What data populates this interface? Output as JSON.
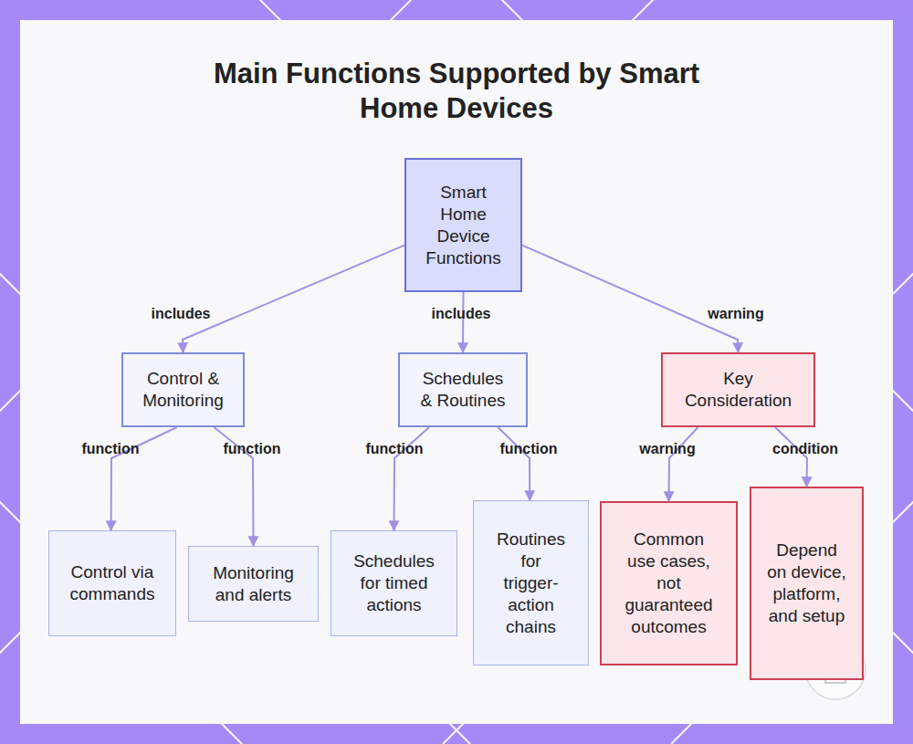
{
  "diagram": {
    "title": "Main Functions Supported by Smart Home Devices",
    "nodes": [
      {
        "text": [
          "Smart Home Device Functions"
        ]
      },
      {
        "text": [
          "Control & Monitoring"
        ]
      },
      {
        "text": [
          "Schedules & Routines"
        ]
      },
      {
        "text": [
          "Key Consideration"
        ]
      },
      {
        "text": [
          "Control via commands"
        ]
      },
      {
        "text": [
          "Monitoring and alerts"
        ]
      },
      {
        "text": [
          "Schedules for timed actions"
        ]
      },
      {
        "text": [
          "Routines for trigger-action chains"
        ]
      },
      {
        "text": [
          "Common use cases, not guaranteed outcomes"
        ]
      },
      {
        "text": [
          "Depend on device, platform, and setup"
        ]
      }
    ],
    "edges": [
      {
        "from": 0,
        "to": 1,
        "label": "includes",
        "arrow": "to"
      },
      {
        "from": 0,
        "to": 2,
        "label": "includes",
        "arrow": "to"
      },
      {
        "from": 0,
        "to": 3,
        "label": "warning",
        "arrow": "to"
      },
      {
        "from": 1,
        "to": 4,
        "label": "function",
        "arrow": "to"
      },
      {
        "from": 1,
        "to": 5,
        "label": "function",
        "arrow": "to"
      },
      {
        "from": 2,
        "to": 6,
        "label": "function",
        "arrow": "to"
      },
      {
        "from": 2,
        "to": 7,
        "label": "function",
        "arrow": "to"
      },
      {
        "from": 3,
        "to": 8,
        "label": "warning",
        "arrow": "to"
      },
      {
        "from": 3,
        "to": 9,
        "label": "condition",
        "arrow": "to"
      }
    ]
  }
}
